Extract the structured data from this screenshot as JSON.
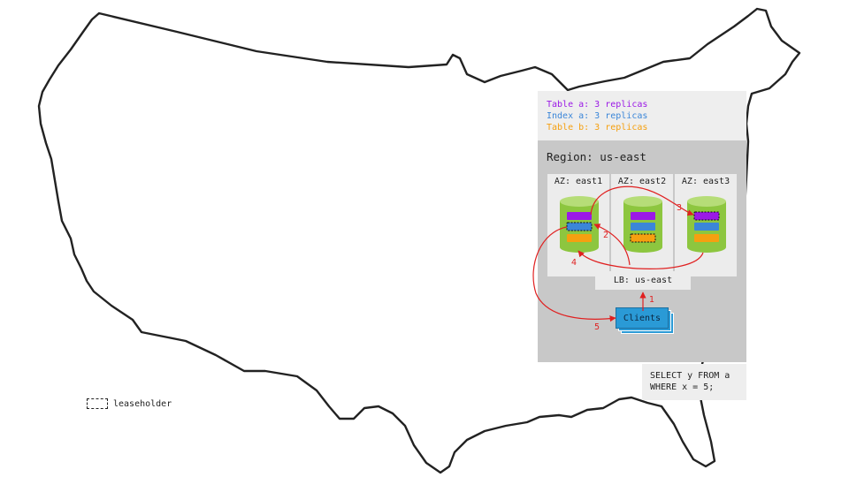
{
  "legend": {
    "leaseholder_label": "leaseholder"
  },
  "tables": [
    {
      "label": "Table a: 3 replicas",
      "color": "#9b19e6"
    },
    {
      "label": "Index a: 3 replicas",
      "color": "#3b86d8"
    },
    {
      "label": "Table b: 3 replicas",
      "color": "#f5a010"
    }
  ],
  "region": {
    "title": "Region: us-east",
    "zones": [
      "AZ: east1",
      "AZ: east2",
      "AZ: east3"
    ],
    "load_balancer": "LB: us-east",
    "clients": "Clients"
  },
  "steps": [
    "1",
    "2",
    "3",
    "4",
    "5"
  ],
  "query": {
    "line1": "SELECT y FROM a",
    "line2": "WHERE x = 5;"
  },
  "colors": {
    "node_green": "#8dc63f",
    "region_bg": "#c8c8c8",
    "arrow": "#e02020",
    "clients_blue": "#2a9ad6"
  }
}
